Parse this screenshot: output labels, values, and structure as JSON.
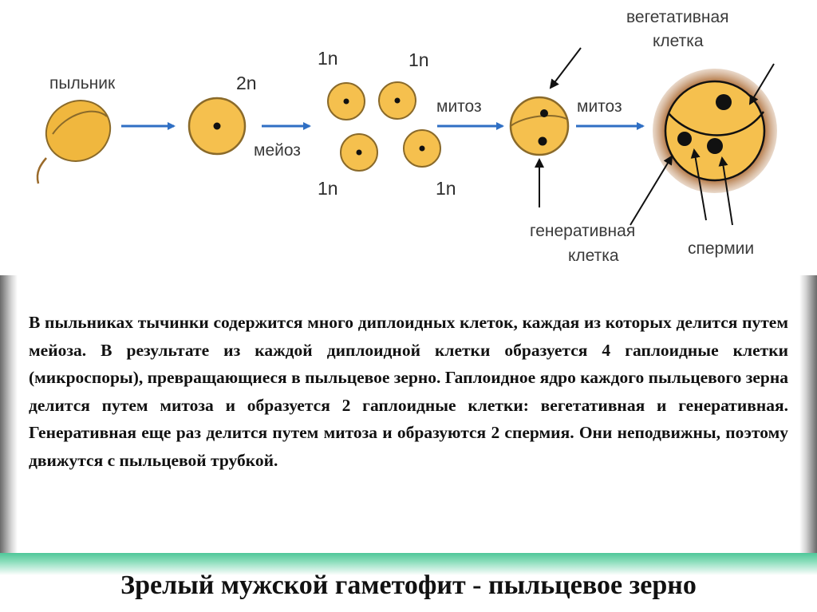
{
  "diagram": {
    "labels": {
      "anther": "пыльник",
      "ploidy_2n": "2n",
      "meiosis": "мейоз",
      "ploidy_1n": "1n",
      "mitosis": "митоз",
      "vegetative_cell": [
        "вегетативная",
        "клетка"
      ],
      "generative_cell": [
        "генеративная",
        "клетка"
      ],
      "sperm": "спермии"
    },
    "colors": {
      "cell_fill": "#f5c04e",
      "cell_stroke": "#8a6a2a",
      "nucleus": "#111111",
      "arrow_blue": "#2f6fc4",
      "pollen_wall": "#a86b3e"
    },
    "icons": [
      "anther-icon",
      "diploid-cell-icon",
      "haploid-cell-icon",
      "pollen-grain-icon",
      "mature-pollen-grain-icon",
      "arrow-icon"
    ]
  },
  "text": {
    "body": "В пыльниках тычинки содержится много диплоидных клеток, каждая из которых делится путем мейоза. В результате из каждой диплоидной клетки образуется 4 гаплоидные клетки (микроспоры), превращающиеся в пыльцевое зерно. Гаплоидное ядро каждого пыльцевого зерна делится путем митоза и образуется 2 гаплоидные клетки: вегетативная и генеративная. Генеративная еще раз делится путем митоза и образуются 2 спермия. Они неподвижны, поэтому движутся с пыльцевой трубкой."
  },
  "footer": {
    "title": "Зрелый мужской гаметофит - пыльцевое зерно"
  }
}
